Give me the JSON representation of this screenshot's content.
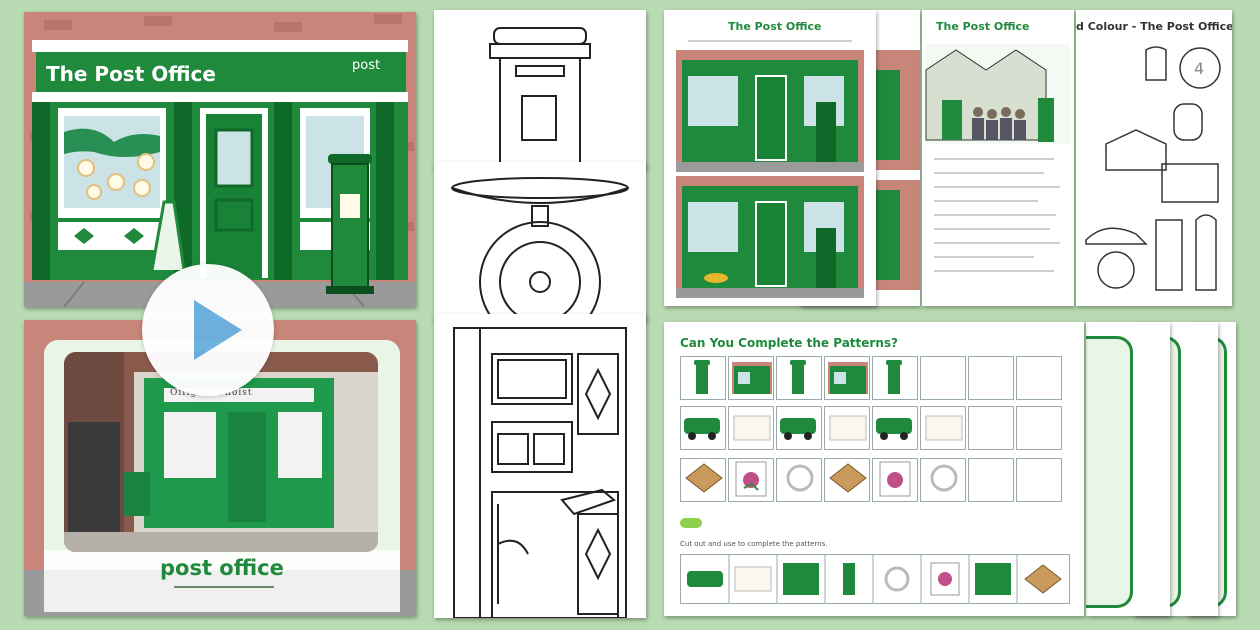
{
  "cards": {
    "post_office_scene": {
      "sign": "The Post Office",
      "brand": "post"
    },
    "photo": {
      "sign": "Oifig an Phoist",
      "caption": "post office"
    },
    "spot_difference": {
      "title": "The Post Office"
    },
    "comprehension": {
      "title": "The Post Office"
    },
    "colour": {
      "title": "d Colour - The Post Office"
    },
    "patterns": {
      "title": "Can You Complete the Patterns?",
      "instruction": "Cut out and use to complete the patterns."
    }
  },
  "play_button": {
    "icon": "play-icon"
  },
  "colors": {
    "background": "#b9dbb3",
    "post_green": "#1f8a3c",
    "dark_green": "#0f6a2a",
    "brick": "#c8857a",
    "play_blue": "#6ab0e0"
  }
}
